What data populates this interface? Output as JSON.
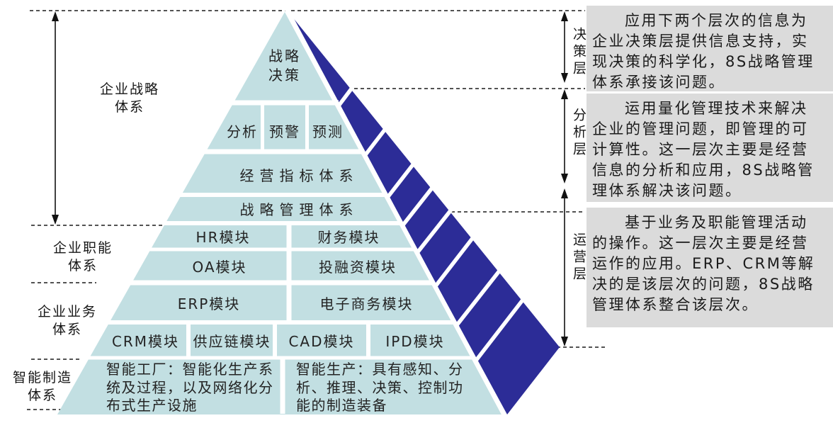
{
  "diagram": {
    "colors": {
      "face": "#c2dfe2",
      "side": "#2c2c97",
      "annotation_bg": "#dbdbdb"
    },
    "cells": {
      "strategic_decision": "战略\n决策",
      "analysis": "分析",
      "warning": "预警",
      "forecast": "预测",
      "kpi_system": "经营指标体系",
      "strategy_mgmt_system": "战略管理体系",
      "hr": "HR模块",
      "finance": "财务模块",
      "oa": "OA模块",
      "investment": "投融资模块",
      "erp": "ERP模块",
      "ecommerce": "电子商务模块",
      "crm": "CRM模块",
      "supply_chain": "供应链模块",
      "cad": "CAD模块",
      "ipd": "IPD模块"
    },
    "bottom_cells": [
      {
        "lines": [
          "智能工厂：智能化生产系",
          "统及过程，以及网络化分",
          "布式生产设施"
        ]
      },
      {
        "lines": [
          "智能生产：具有感知、分",
          "析、推理、决策、控制功",
          "能的制造装备"
        ]
      }
    ],
    "left_labels": [
      {
        "label": "企业战略\n体系"
      },
      {
        "label": "企业职能\n体系"
      },
      {
        "label": "企业业务\n体系"
      },
      {
        "label": "智能制造\n体系"
      }
    ],
    "layer_labels": [
      {
        "label": "决策层"
      },
      {
        "label": "分析层"
      },
      {
        "label": "运营层"
      }
    ],
    "annotations": [
      {
        "lines": [
          "应用下两个层次的信息为",
          "企业决策层提供信息支持，实",
          "现决策的科学化，8S战略管理",
          "体系承接该问题。"
        ]
      },
      {
        "lines": [
          "运用量化管理技术来解决",
          "企业的管理问题，即管理的可",
          "计算性。这一层次主要是经营",
          "信息的分析和应用，8S战略管",
          "理体系解决该问题。"
        ]
      },
      {
        "lines": [
          "基于业务及职能管理活动",
          "的操作。这一层次主要是经营",
          "运作的应用。ERP、CRM等解",
          "决的是该层次的问题，8S战略",
          "管理体系整合该层次。"
        ]
      }
    ]
  }
}
